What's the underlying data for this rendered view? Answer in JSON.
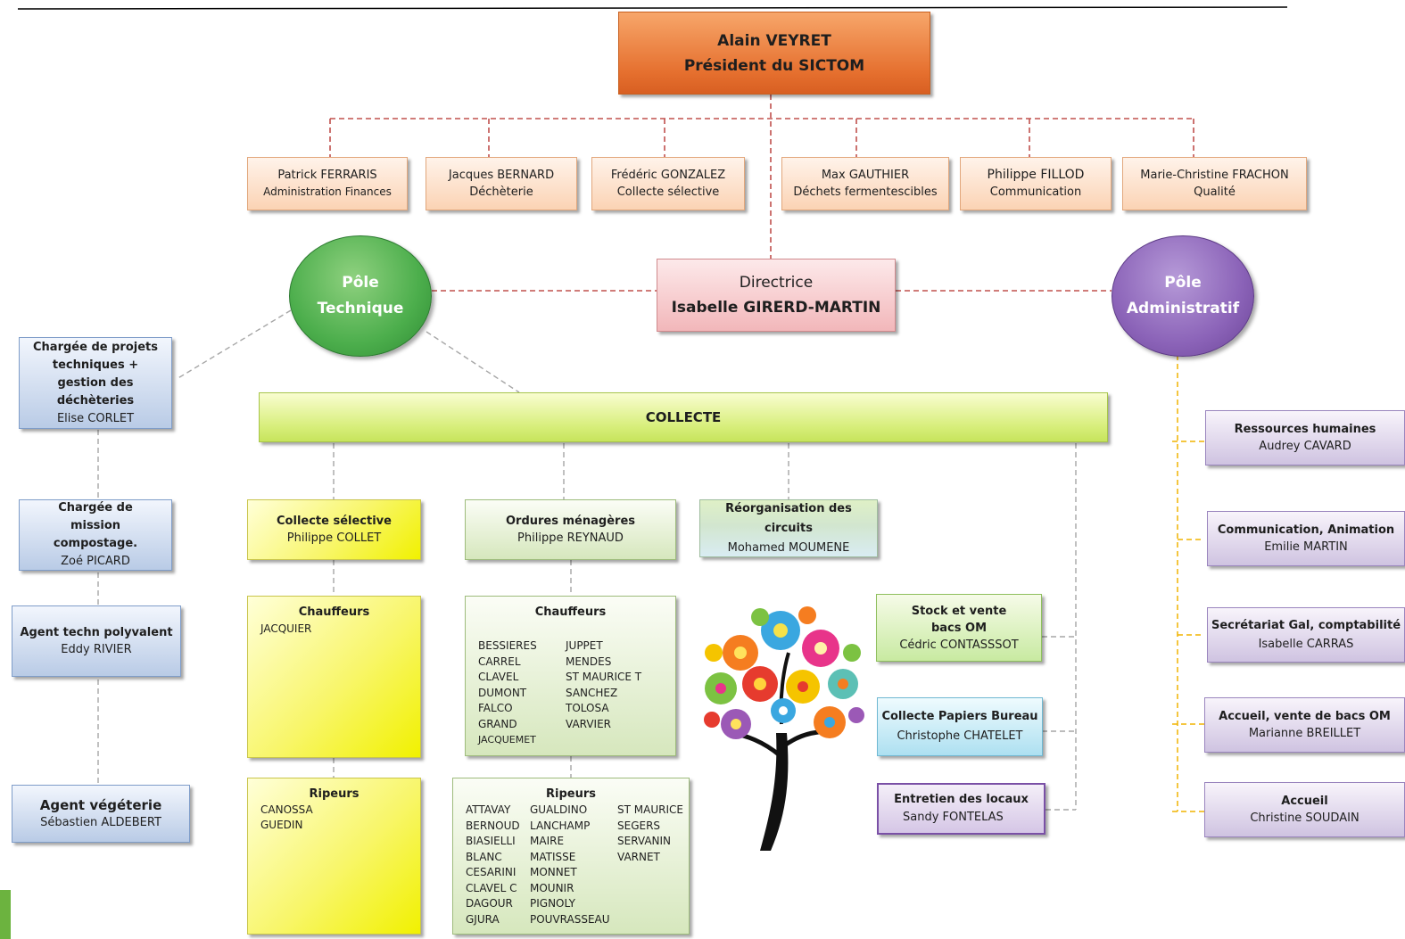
{
  "president": {
    "name": "Alain VEYRET",
    "title": "Président du SICTOM"
  },
  "vice_presidents": [
    {
      "name": "Patrick FERRARIS",
      "role": "Administration Finances"
    },
    {
      "name": "Jacques BERNARD",
      "role": "Déchèterie"
    },
    {
      "name": "Frédéric GONZALEZ",
      "role": "Collecte sélective"
    },
    {
      "name": "Max GAUTHIER",
      "role": "Déchets fermentescibles"
    },
    {
      "name": "Philippe FILLOD",
      "role": "Communication"
    },
    {
      "name": "Marie-Christine FRACHON",
      "role": "Qualité"
    }
  ],
  "director": {
    "title": "Directrice",
    "name": "Isabelle GIRERD-MARTIN"
  },
  "poles": {
    "technique": [
      "Pôle",
      "Technique"
    ],
    "administratif": [
      "Pôle",
      "Administratif"
    ]
  },
  "technique_staff": [
    {
      "role": "Chargée de projets techniques + gestion des déchèteries",
      "name": "Elise CORLET"
    },
    {
      "role": "Chargée de mission compostage.",
      "name": "Zoé PICARD"
    },
    {
      "role": "Agent techn polyvalent",
      "name": "Eddy RIVIER"
    },
    {
      "role": "Agent végéterie",
      "name": "Sébastien ALDEBERT"
    }
  ],
  "collecte": {
    "title": "COLLECTE"
  },
  "collecte_selective": {
    "title": "Collecte sélective",
    "name": "Philippe COLLET",
    "chauffeurs": {
      "title": "Chauffeurs",
      "names": [
        "JACQUIER"
      ]
    },
    "ripeurs": {
      "title": "Ripeurs",
      "names": [
        "CANOSSA",
        "GUEDIN"
      ]
    }
  },
  "ordures": {
    "title": "Ordures ménagères",
    "name": "Philippe REYNAUD",
    "chauffeurs": {
      "title": "Chauffeurs",
      "col1": [
        "BESSIERES",
        "CARREL",
        "CLAVEL",
        "DUMONT",
        "FALCO",
        "GRAND",
        "JACQUEMET"
      ],
      "col2": [
        "JUPPET",
        "MENDES",
        "ST MAURICE T",
        "SANCHEZ",
        "TOLOSA",
        "VARVIER"
      ]
    },
    "ripeurs": {
      "title": "Ripeurs",
      "col1": [
        "ATTAVAY",
        "BERNOUD",
        "BIASIELLI",
        "BLANC",
        "CESARINI",
        "CLAVEL C",
        "DAGOUR",
        "GJURA"
      ],
      "col2": [
        "GUALDINO",
        "LANCHAMP",
        "MAIRE",
        "MATISSE",
        "MONNET",
        "MOUNIR",
        "PIGNOLY",
        "POUVRASSEAU"
      ],
      "col3": [
        "ST MAURICE",
        "SEGERS",
        "SERVANIN",
        "VARNET"
      ]
    }
  },
  "reorganisation": {
    "title": "Réorganisation des circuits",
    "name": "Mohamed MOUMENE"
  },
  "services": [
    {
      "title": "Stock et vente bacs OM",
      "name": "Cédric  CONTASSSOT"
    },
    {
      "title": "Collecte Papiers Bureau",
      "name": "Christophe CHATELET"
    },
    {
      "title": "Entretien des locaux",
      "name": "Sandy  FONTELAS"
    }
  ],
  "admin_staff": [
    {
      "title": "Ressources humaines",
      "name": "Audrey CAVARD"
    },
    {
      "title": "Communication, Animation",
      "name": "Emilie MARTIN"
    },
    {
      "title": "Secrétariat Gal, comptabilité",
      "name": "Isabelle CARRAS"
    },
    {
      "title": "Accueil, vente de bacs OM",
      "name": "Marianne BREILLET"
    },
    {
      "title": "Accueil",
      "name": "Christine SOUDAIN"
    }
  ],
  "colors": {
    "line_red": "#c0504d",
    "line_gray": "#a6a6a6",
    "line_gold": "#f0b400",
    "technique_circle": "#4cae4c",
    "admin_circle": "#8b63b8"
  }
}
